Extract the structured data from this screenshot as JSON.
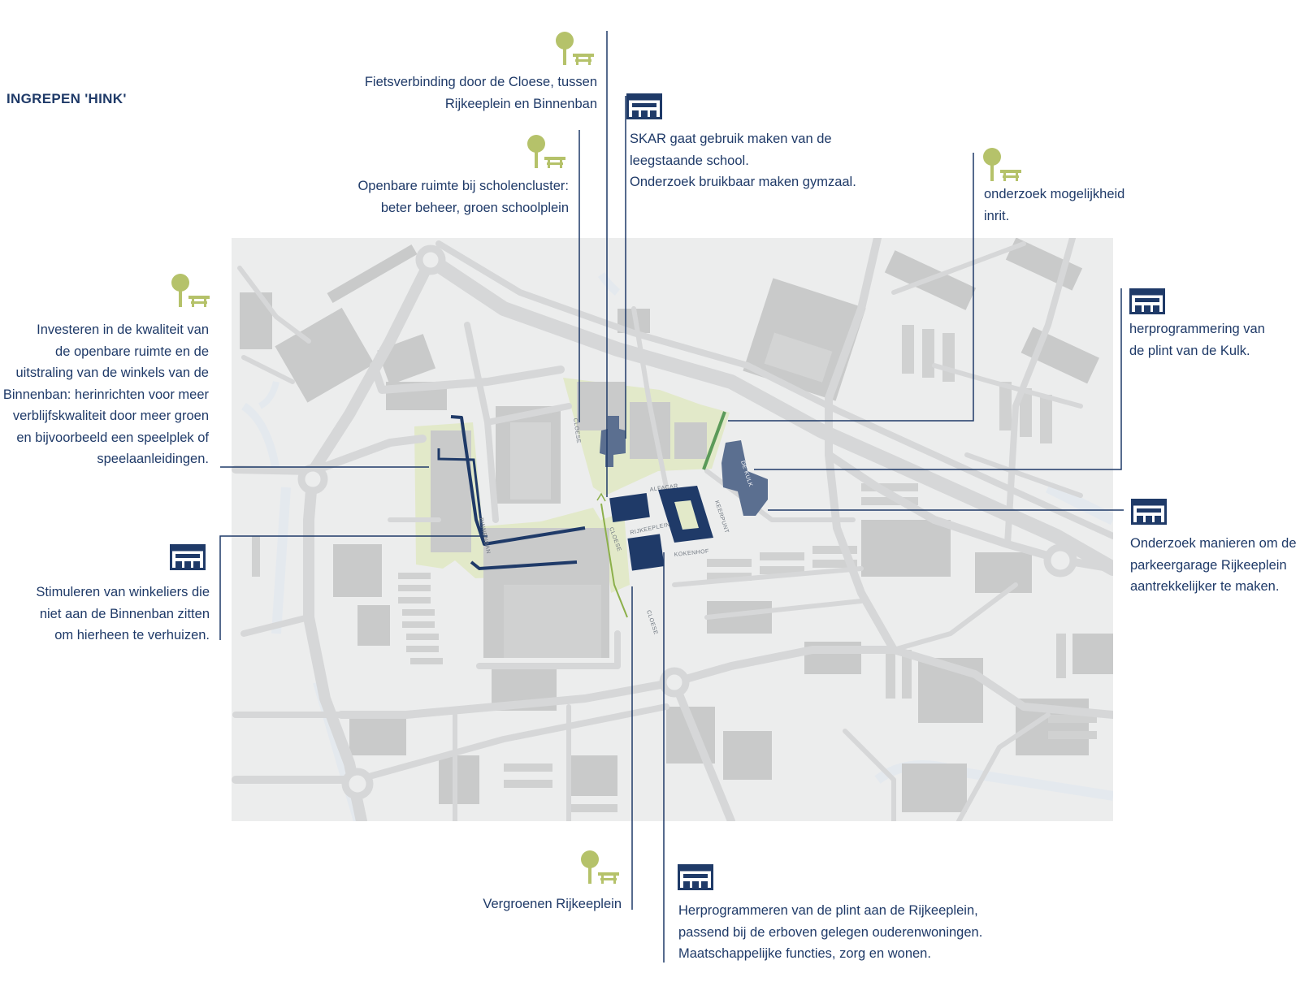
{
  "title": "INGREPEN 'HINK'",
  "colors": {
    "navy": "#1f3a68",
    "green_icon": "#b5c26a",
    "map_bg": "#eceded",
    "road": "#d6d7d8",
    "building": "#c9caca",
    "green_space": "#e2e9c9",
    "water": "#e4e9ee",
    "kulk": "#5b6f90",
    "inrit_green": "#5b9a59"
  },
  "icons": {
    "park": "tree-bench-icon",
    "shop": "shopfront-icon"
  },
  "annotations": [
    {
      "id": "fietsverbinding",
      "icon": "tree-bench-icon",
      "lines": [
        "Fietsverbinding door de Cloese, tussen",
        "Rijkeeplein en Binnenban"
      ]
    },
    {
      "id": "scholencluster",
      "icon": "tree-bench-icon",
      "lines": [
        "Openbare ruimte bij scholencluster:",
        "beter beheer, groen schoolplein"
      ]
    },
    {
      "id": "skar",
      "icon": "shopfront-icon",
      "lines": [
        "SKAR gaat gebruik maken van de",
        "leegstaande school.",
        "Onderzoek bruikbaar maken gymzaal."
      ]
    },
    {
      "id": "inrit",
      "icon": "tree-bench-icon",
      "lines": [
        "onderzoek mogelijkheid",
        "inrit."
      ]
    },
    {
      "id": "binnenban",
      "icon": "tree-bench-icon",
      "lines": [
        "Investeren in de kwaliteit van",
        "de openbare ruimte en de",
        "uitstraling van de winkels van de",
        "Binnenban: herinrichten voor meer",
        "verblijfskwaliteit door meer groen",
        "en bijvoorbeeld een speelplek of",
        "speelaanleidingen."
      ]
    },
    {
      "id": "kulk",
      "icon": "shopfront-icon",
      "lines": [
        "herprogrammering van",
        "de plint van de Kulk."
      ]
    },
    {
      "id": "winkeliers",
      "icon": "shopfront-icon",
      "lines": [
        "Stimuleren van winkeliers die",
        "niet aan de Binnenban zitten",
        "om hierheen te verhuizen."
      ]
    },
    {
      "id": "parkeergarage",
      "icon": "shopfront-icon",
      "lines": [
        "Onderzoek manieren om de",
        "parkeergarage Rijkeeplein",
        "aantrekkelijker te maken."
      ]
    },
    {
      "id": "vergroenen",
      "icon": "tree-bench-icon",
      "lines": [
        "Vergroenen Rijkeeplein"
      ]
    },
    {
      "id": "plint",
      "icon": "shopfront-icon",
      "lines": [
        "Herprogrammeren van de plint aan de Rijkeeplein,",
        "passend bij de erboven gelegen ouderenwoningen.",
        "Maatschappelijke functies, zorg en wonen."
      ]
    }
  ],
  "map_labels": {
    "binnenban": "BINNENBAN",
    "cloese_north": "CLOESE",
    "cloese_mid": "CLOESE",
    "cloese_south": "CLOESE",
    "rijkeeplein": "RIJKEEPLEIN",
    "alfacar": "ALFACAR",
    "keerpunt": "KEERPUNT",
    "de_kulk": "DE KULK",
    "kokenhof": "KOKENHOF"
  }
}
